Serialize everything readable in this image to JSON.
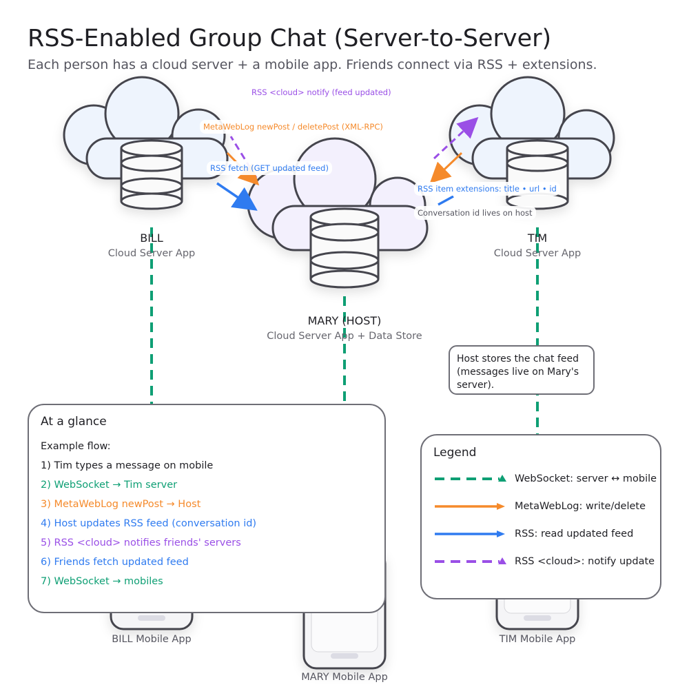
{
  "header": {
    "title": "RSS-Enabled Group Chat (Server-to-Server)",
    "subtitle": "Each person has a cloud server + a mobile app. Friends connect via RSS + extensions."
  },
  "colors": {
    "websocket": "#0e9f74",
    "metaweblog": "#f58a2b",
    "rss": "#2f7bf0",
    "rss_cloud": "#9a4fe6",
    "outline": "#45454d",
    "cloud_fill_friend": "#eef4fd",
    "cloud_fill_host": "#f3f0fd"
  },
  "nodes": {
    "bill": {
      "name": "BILL",
      "role": "Cloud Server App",
      "mobile": "BILL Mobile App"
    },
    "mary": {
      "name": "MARY (HOST)",
      "role": "Cloud Server App + Data Store",
      "mobile": "MARY Mobile App"
    },
    "tim": {
      "name": "TIM",
      "role": "Cloud Server App",
      "mobile": "TIM Mobile App"
    }
  },
  "edge_labels": {
    "rss_cloud": "RSS <cloud> notify (feed updated)",
    "metaweblog": "MetaWebLog newPost / deletePost (XML-RPC)",
    "rss_fetch": "RSS fetch (GET updated feed)",
    "rss_extensions": "RSS item extensions: title • url • id",
    "conversation": "Conversation id lives on host"
  },
  "note": {
    "text": "Host stores the chat feed (messages live on Mary's server)."
  },
  "glance": {
    "title": "At a glance",
    "intro": "Example flow:",
    "steps": [
      {
        "text": "1) Tim types a message on mobile",
        "kind": "plain"
      },
      {
        "text": "2) WebSocket → Tim server",
        "kind": "websocket"
      },
      {
        "text": "3) MetaWebLog newPost → Host",
        "kind": "metaweblog"
      },
      {
        "text": "4) Host updates RSS feed (conversation id)",
        "kind": "rss"
      },
      {
        "text": "5) RSS <cloud> notifies friends' servers",
        "kind": "rss_cloud"
      },
      {
        "text": "6) Friends fetch updated feed",
        "kind": "rss"
      },
      {
        "text": "7) WebSocket → mobiles",
        "kind": "websocket"
      }
    ]
  },
  "legend": {
    "title": "Legend",
    "items": [
      {
        "label": "WebSocket: server ↔ mobile",
        "kind": "websocket",
        "style": "dashed"
      },
      {
        "label": "MetaWebLog: write/delete",
        "kind": "metaweblog",
        "style": "solid"
      },
      {
        "label": "RSS: read updated feed",
        "kind": "rss",
        "style": "solid"
      },
      {
        "label": "RSS <cloud>: notify update",
        "kind": "rss_cloud",
        "style": "dashed"
      }
    ]
  }
}
